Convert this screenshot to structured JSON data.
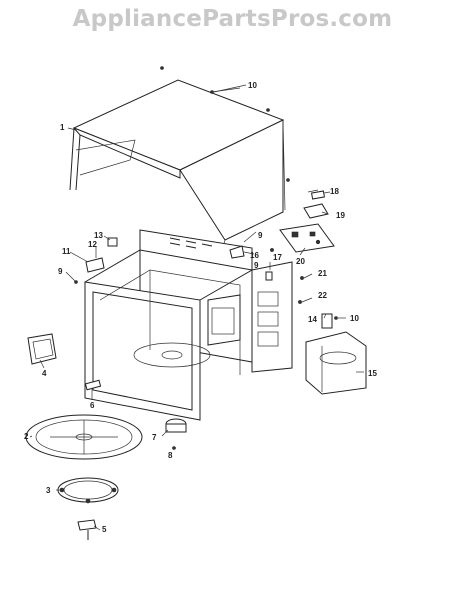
{
  "watermark": "AppliancePartsPros.com",
  "callouts": {
    "c1": "1",
    "c2": "2",
    "c3": "3",
    "c4": "4",
    "c5": "5",
    "c6": "6",
    "c7": "7",
    "c8": "8",
    "c9a": "9",
    "c9b": "9",
    "c9c": "9",
    "c10a": "10",
    "c10b": "10",
    "c11": "11",
    "c12": "12",
    "c13": "13",
    "c14": "14",
    "c15": "15",
    "c16": "16",
    "c17": "17",
    "c18": "18",
    "c19": "19",
    "c20": "20",
    "c21": "21",
    "c22": "22"
  }
}
